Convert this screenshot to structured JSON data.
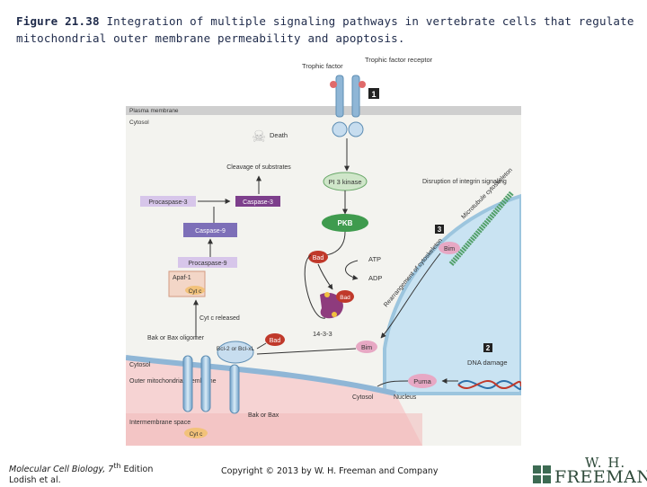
{
  "title": {
    "figure_number": "Figure 21.38",
    "text": "Integration of multiple signaling pathways in vertebrate cells that regulate mitochondrial outer membrane permeability and apoptosis."
  },
  "diagram": {
    "trophic_factor": "Trophic factor",
    "trophic_factor_receptor": "Trophic factor receptor",
    "plasma_membrane": "Plasma membrane",
    "cytosol_top": "Cytosol",
    "death": "Death",
    "cleavage": "Cleavage of substrates",
    "procaspase3": "Procaspase-3",
    "caspase3": "Caspase-3",
    "caspase9": "Caspase-9",
    "procaspase9": "Procaspase-9",
    "apaf1": "Apaf-1",
    "cytc": "Cyt c",
    "cytc_released": "Cyt c released",
    "bak_bax_oligomer": "Bak or Bax oligomer",
    "pi3kinase": "PI 3 kinase",
    "pkb": "PKB",
    "bad": "Bad",
    "atp": "ATP",
    "adp": "ADP",
    "p1433": "14-3-3",
    "bcl2": "Bcl-2 or Bcl-xL",
    "bim": "Bim",
    "bim2": "Bim",
    "disruption": "Disruption of integrin signaling",
    "microtubule": "Microtubule cytoskeleton",
    "rearrangement": "Rearrangement of cytoskeleton",
    "dna_damage": "DNA damage",
    "puma": "Puma",
    "cytosol_low": "Cytosol",
    "cytosol_left": "Cytosol",
    "nucleus": "Nucleus",
    "outer_membrane": "Outer mitochondrial membrane",
    "intermembrane": "Intermembrane space",
    "bak_or_bax": "Bak or Bax",
    "cytc_bottom": "Cyt c",
    "num1": "1",
    "num2": "2",
    "num3": "3"
  },
  "footer": {
    "book_title": "Molecular Cell Biology, 7",
    "book_sup": "th",
    "book_edition": " Edition",
    "authors": "Lodish et al.",
    "copyright": "Copyright © 2013 by W. H. Freeman and Company",
    "logo_line1": "W. H.",
    "logo_line2": "FREEMAN"
  },
  "colors": {
    "pink": "#e7a8c4",
    "pink_dark": "#c77aa0",
    "green_pkb": "#3f9b4e",
    "blue_membrane": "#8fb6d6",
    "nucleus_blue": "#c9e3f2",
    "mito_pink": "#f4cbcb",
    "bad_red": "#c0392b",
    "caspase_purple": "#7d6fb8"
  }
}
